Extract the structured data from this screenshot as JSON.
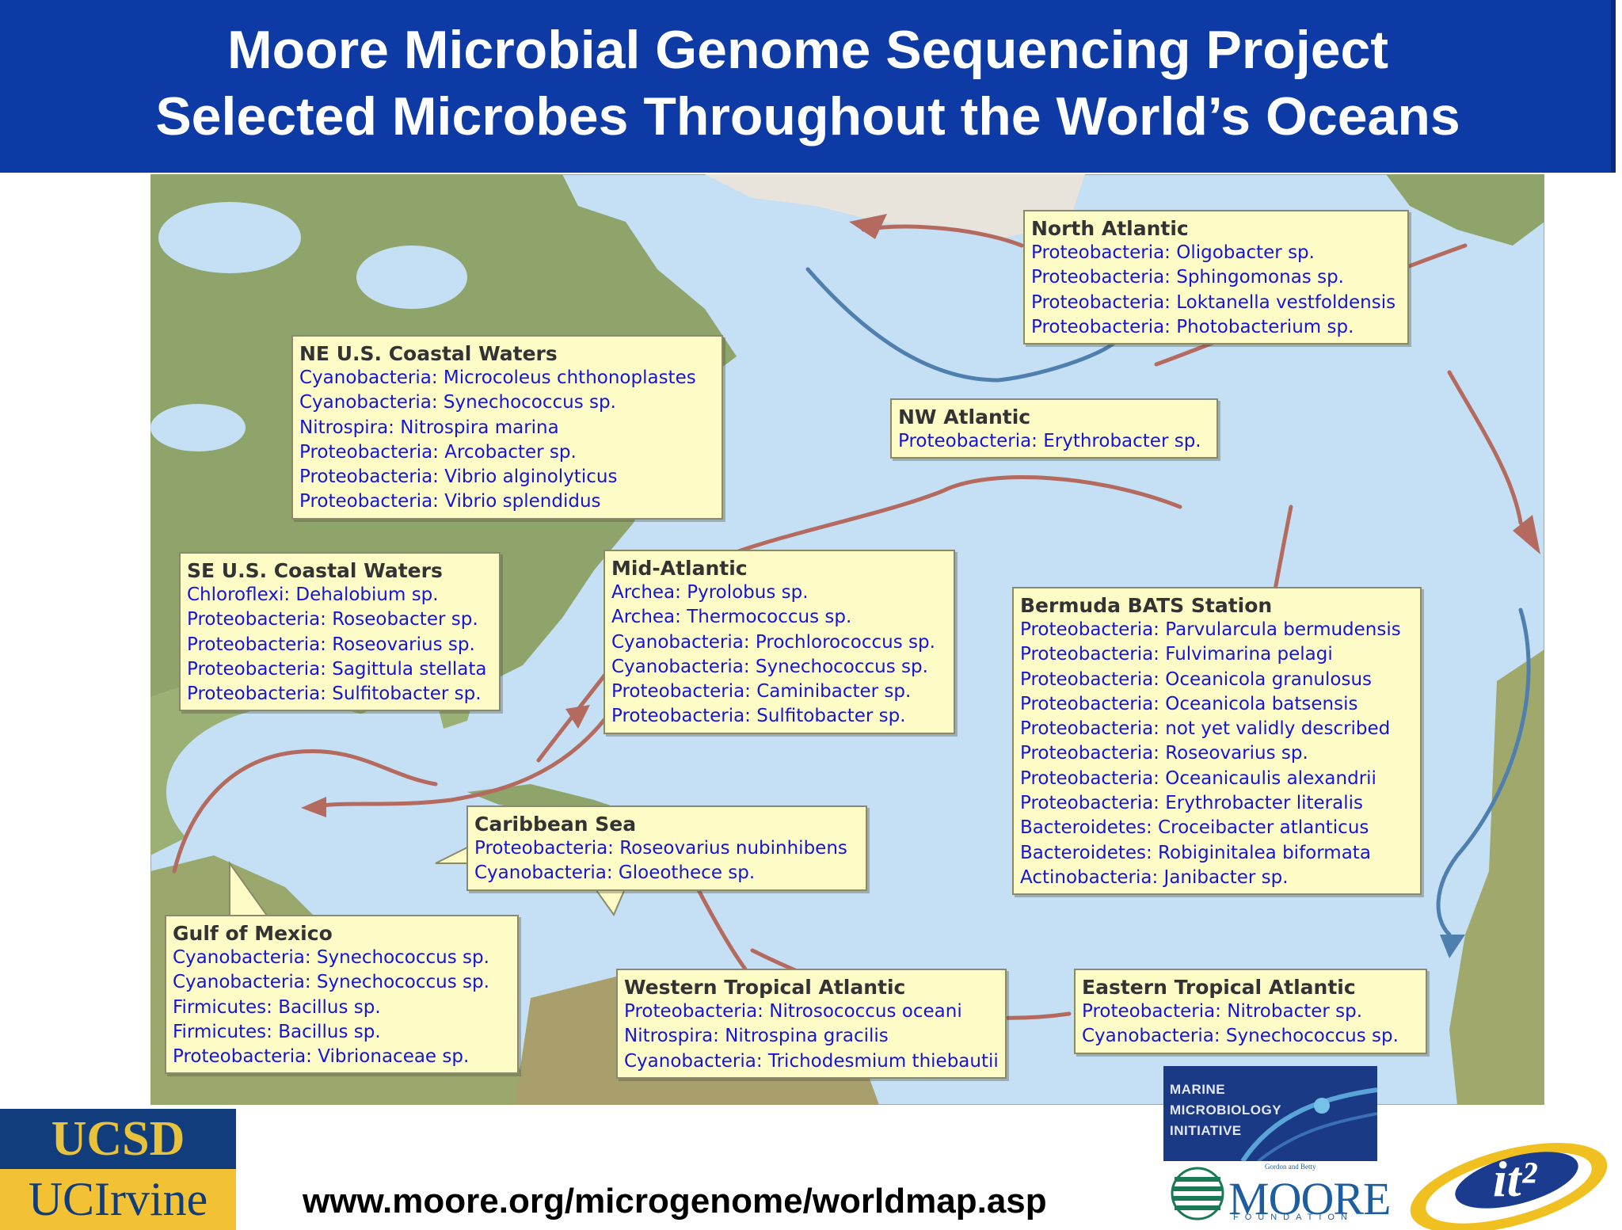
{
  "header": {
    "title_line1": "Moore Microbial Genome Sequencing Project",
    "title_line2": "Selected Microbes Throughout the World’s Oceans"
  },
  "map": {
    "ocean_color": "#c5e0f4",
    "land_color": "#8fa46a",
    "current_warm_color": "#b46a5e",
    "current_cold_color": "#4f7fae",
    "regions": [
      {
        "title": "North Atlantic",
        "items": [
          "Proteobacteria: Oligobacter sp.",
          "Proteobacteria: Sphingomonas sp.",
          "Proteobacteria: Loktanella vestfoldensis",
          "Proteobacteria: Photobacterium sp."
        ]
      },
      {
        "title": "NE U.S. Coastal Waters",
        "items": [
          "Cyanobacteria: Microcoleus chthonoplastes",
          "Cyanobacteria: Synechococcus sp.",
          "Nitrospira: Nitrospira marina",
          "Proteobacteria: Arcobacter sp.",
          "Proteobacteria: Vibrio alginolyticus",
          "Proteobacteria: Vibrio splendidus"
        ]
      },
      {
        "title": "NW Atlantic",
        "items": [
          "Proteobacteria: Erythrobacter sp."
        ]
      },
      {
        "title": "SE U.S. Coastal Waters",
        "items": [
          "Chloroflexi: Dehalobium sp.",
          "Proteobacteria: Roseobacter sp.",
          "Proteobacteria: Roseovarius sp.",
          "Proteobacteria: Sagittula stellata",
          "Proteobacteria: Sulfitobacter sp."
        ]
      },
      {
        "title": "Mid-Atlantic",
        "items": [
          "Archea: Pyrolobus sp.",
          "Archea: Thermococcus sp.",
          "Cyanobacteria: Prochlorococcus sp.",
          "Cyanobacteria: Synechococcus sp.",
          "Proteobacteria: Caminibacter sp.",
          "Proteobacteria: Sulfitobacter sp."
        ]
      },
      {
        "title": "Bermuda BATS Station",
        "items": [
          "Proteobacteria: Parvularcula bermudensis",
          "Proteobacteria: Fulvimarina pelagi",
          "Proteobacteria: Oceanicola granulosus",
          "Proteobacteria: Oceanicola batsensis",
          "Proteobacteria: not yet validly described",
          "Proteobacteria: Roseovarius sp.",
          "Proteobacteria: Oceanicaulis alexandrii",
          "Proteobacteria: Erythrobacter literalis",
          "Bacteroidetes: Croceibacter atlanticus",
          "Bacteroidetes: Robiginitalea biformata",
          "Actinobacteria: Janibacter sp."
        ]
      },
      {
        "title": "Caribbean Sea",
        "items": [
          "Proteobacteria: Roseovarius nubinhibens",
          "Cyanobacteria: Gloeothece sp."
        ]
      },
      {
        "title": "Gulf of Mexico",
        "items": [
          "Cyanobacteria: Synechococcus sp.",
          "Cyanobacteria: Synechococcus sp.",
          "Firmicutes: Bacillus sp.",
          "Firmicutes: Bacillus sp.",
          "Proteobacteria: Vibrionaceae sp."
        ]
      },
      {
        "title": "Western Tropical Atlantic",
        "items": [
          "Proteobacteria: Nitrosococcus oceani",
          "Nitrospira: Nitrospina gracilis",
          "Cyanobacteria: Trichodesmium thiebautii"
        ]
      },
      {
        "title": "Eastern Tropical Atlantic",
        "items": [
          "Proteobacteria: Nitrobacter sp.",
          "Cyanobacteria: Synechococcus sp."
        ]
      }
    ]
  },
  "footer": {
    "url": "www.moore.org/microgenome/worldmap.asp",
    "logo_ucsd": "UCSD",
    "logo_ucirvine": "UCIrvine",
    "mmi_line1": "MARINE",
    "mmi_line2": "MICROBIOLOGY",
    "mmi_line3": "INITIATIVE",
    "moore_small": "Gordon and Betty",
    "moore_name": "MOORE",
    "moore_foundation": "FOUNDATION",
    "it2_logo": "it²"
  }
}
